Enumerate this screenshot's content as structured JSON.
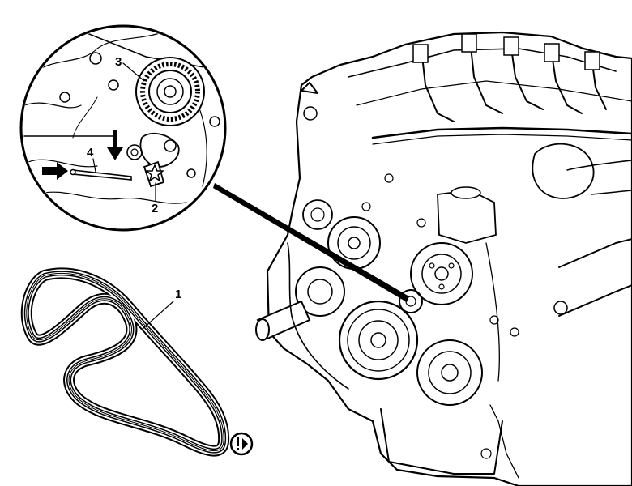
{
  "callouts": {
    "belt": "1",
    "tensioner_bolt": "2",
    "tensioner_pulley": "3",
    "pin": "4"
  },
  "note_icon": "caution-note-icon",
  "colors": {
    "ink": "#000000",
    "paper": "#ffffff"
  }
}
